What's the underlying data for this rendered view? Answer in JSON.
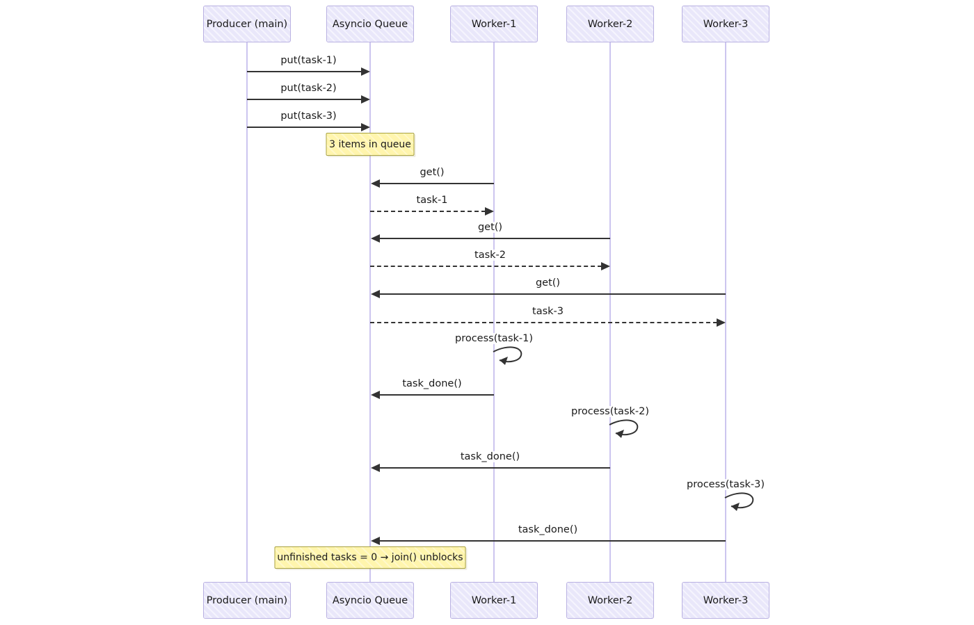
{
  "diagram": {
    "type": "sequence",
    "colors": {
      "actor_fill": "#e9e7fa",
      "actor_border": "#b9b1e2",
      "lifeline": "#ccc5ef",
      "message_line": "#333333",
      "note_fill": "#fff5ad",
      "note_border": "#a8a23f",
      "text": "#1a1a1a",
      "background": "#ffffff"
    },
    "actors": [
      {
        "id": "producer",
        "label": "Producer (main)"
      },
      {
        "id": "queue",
        "label": "Asyncio Queue"
      },
      {
        "id": "worker1",
        "label": "Worker-1"
      },
      {
        "id": "worker2",
        "label": "Worker-2"
      },
      {
        "id": "worker3",
        "label": "Worker-3"
      }
    ],
    "messages": [
      {
        "kind": "arrow",
        "from": "producer",
        "to": "queue",
        "label": "put(task-1)",
        "line": "solid"
      },
      {
        "kind": "arrow",
        "from": "producer",
        "to": "queue",
        "label": "put(task-2)",
        "line": "solid"
      },
      {
        "kind": "arrow",
        "from": "producer",
        "to": "queue",
        "label": "put(task-3)",
        "line": "solid"
      },
      {
        "kind": "note",
        "over": "queue",
        "label": "3 items in queue"
      },
      {
        "kind": "arrow",
        "from": "worker1",
        "to": "queue",
        "label": "get()",
        "line": "solid"
      },
      {
        "kind": "arrow",
        "from": "queue",
        "to": "worker1",
        "label": "task-1",
        "line": "dashed"
      },
      {
        "kind": "arrow",
        "from": "worker2",
        "to": "queue",
        "label": "get()",
        "line": "solid"
      },
      {
        "kind": "arrow",
        "from": "queue",
        "to": "worker2",
        "label": "task-2",
        "line": "dashed"
      },
      {
        "kind": "arrow",
        "from": "worker3",
        "to": "queue",
        "label": "get()",
        "line": "solid"
      },
      {
        "kind": "arrow",
        "from": "queue",
        "to": "worker3",
        "label": "task-3",
        "line": "dashed"
      },
      {
        "kind": "self",
        "actor": "worker1",
        "label": "process(task-1)"
      },
      {
        "kind": "arrow",
        "from": "worker1",
        "to": "queue",
        "label": "task_done()",
        "line": "solid"
      },
      {
        "kind": "self",
        "actor": "worker2",
        "label": "process(task-2)"
      },
      {
        "kind": "arrow",
        "from": "worker2",
        "to": "queue",
        "label": "task_done()",
        "line": "solid"
      },
      {
        "kind": "self",
        "actor": "worker3",
        "label": "process(task-3)"
      },
      {
        "kind": "arrow",
        "from": "worker3",
        "to": "queue",
        "label": "task_done()",
        "line": "solid"
      },
      {
        "kind": "note",
        "over": "queue",
        "label": "unfinished tasks = 0 → join() unblocks"
      }
    ]
  }
}
